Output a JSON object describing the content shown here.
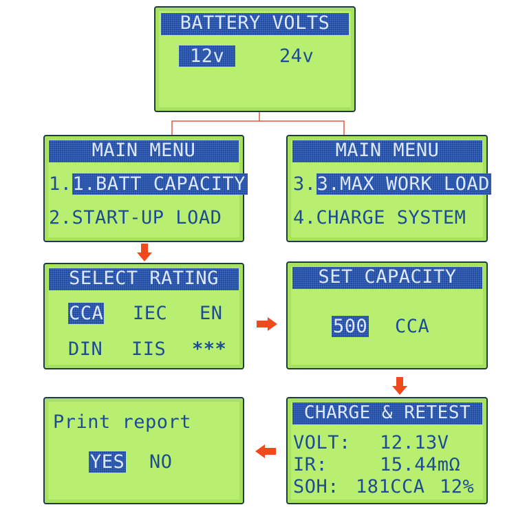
{
  "colors": {
    "lcd_bg": "#b8ef70",
    "lcd_text": "#1e4c93",
    "title_bg": "#1e4ca6",
    "title_text": "#dce8ff",
    "arrow": "#f04a1c",
    "connector": "#e25a3a"
  },
  "battery_volts": {
    "title": "BATTERY VOLTS",
    "opt_12": "12v",
    "opt_24": "24v",
    "selected": "12v"
  },
  "main_menu_left": {
    "title": "MAIN MENU",
    "item1": "1.BATT CAPACITY",
    "item2": "2.START-UP LOAD",
    "selected": "1.BATT CAPACITY"
  },
  "main_menu_right": {
    "title": "MAIN MENU",
    "item3": "3.MAX WORK LOAD",
    "item4": "4.CHARGE SYSTEM",
    "selected": "3.MAX WORK LOAD"
  },
  "select_rating": {
    "title": "SELECT RATING",
    "cca": "CCA",
    "iec": "IEC",
    "en": "EN",
    "din": "DIN",
    "iis": "IIS",
    "more": "***",
    "selected": "CCA"
  },
  "set_capacity": {
    "title": "SET CAPACITY",
    "value": "500",
    "unit": "CCA"
  },
  "charge_retest": {
    "title": "CHARGE & RETEST",
    "volt_label": "VOLT:",
    "volt_value": "12.13V",
    "ir_label": "IR:",
    "ir_value": "15.44mΩ",
    "soh_label": "SOH:",
    "soh_value": "181CCA",
    "soh_pct": "12%"
  },
  "print_report": {
    "title": "Print report",
    "yes": "YES",
    "no": "NO",
    "selected": "YES"
  },
  "icons": {
    "flow_arrow_down": "arrow-down-icon",
    "flow_arrow_right": "arrow-right-icon",
    "flow_arrow_left": "arrow-left-icon",
    "connector_target": "crosshair-icon"
  }
}
